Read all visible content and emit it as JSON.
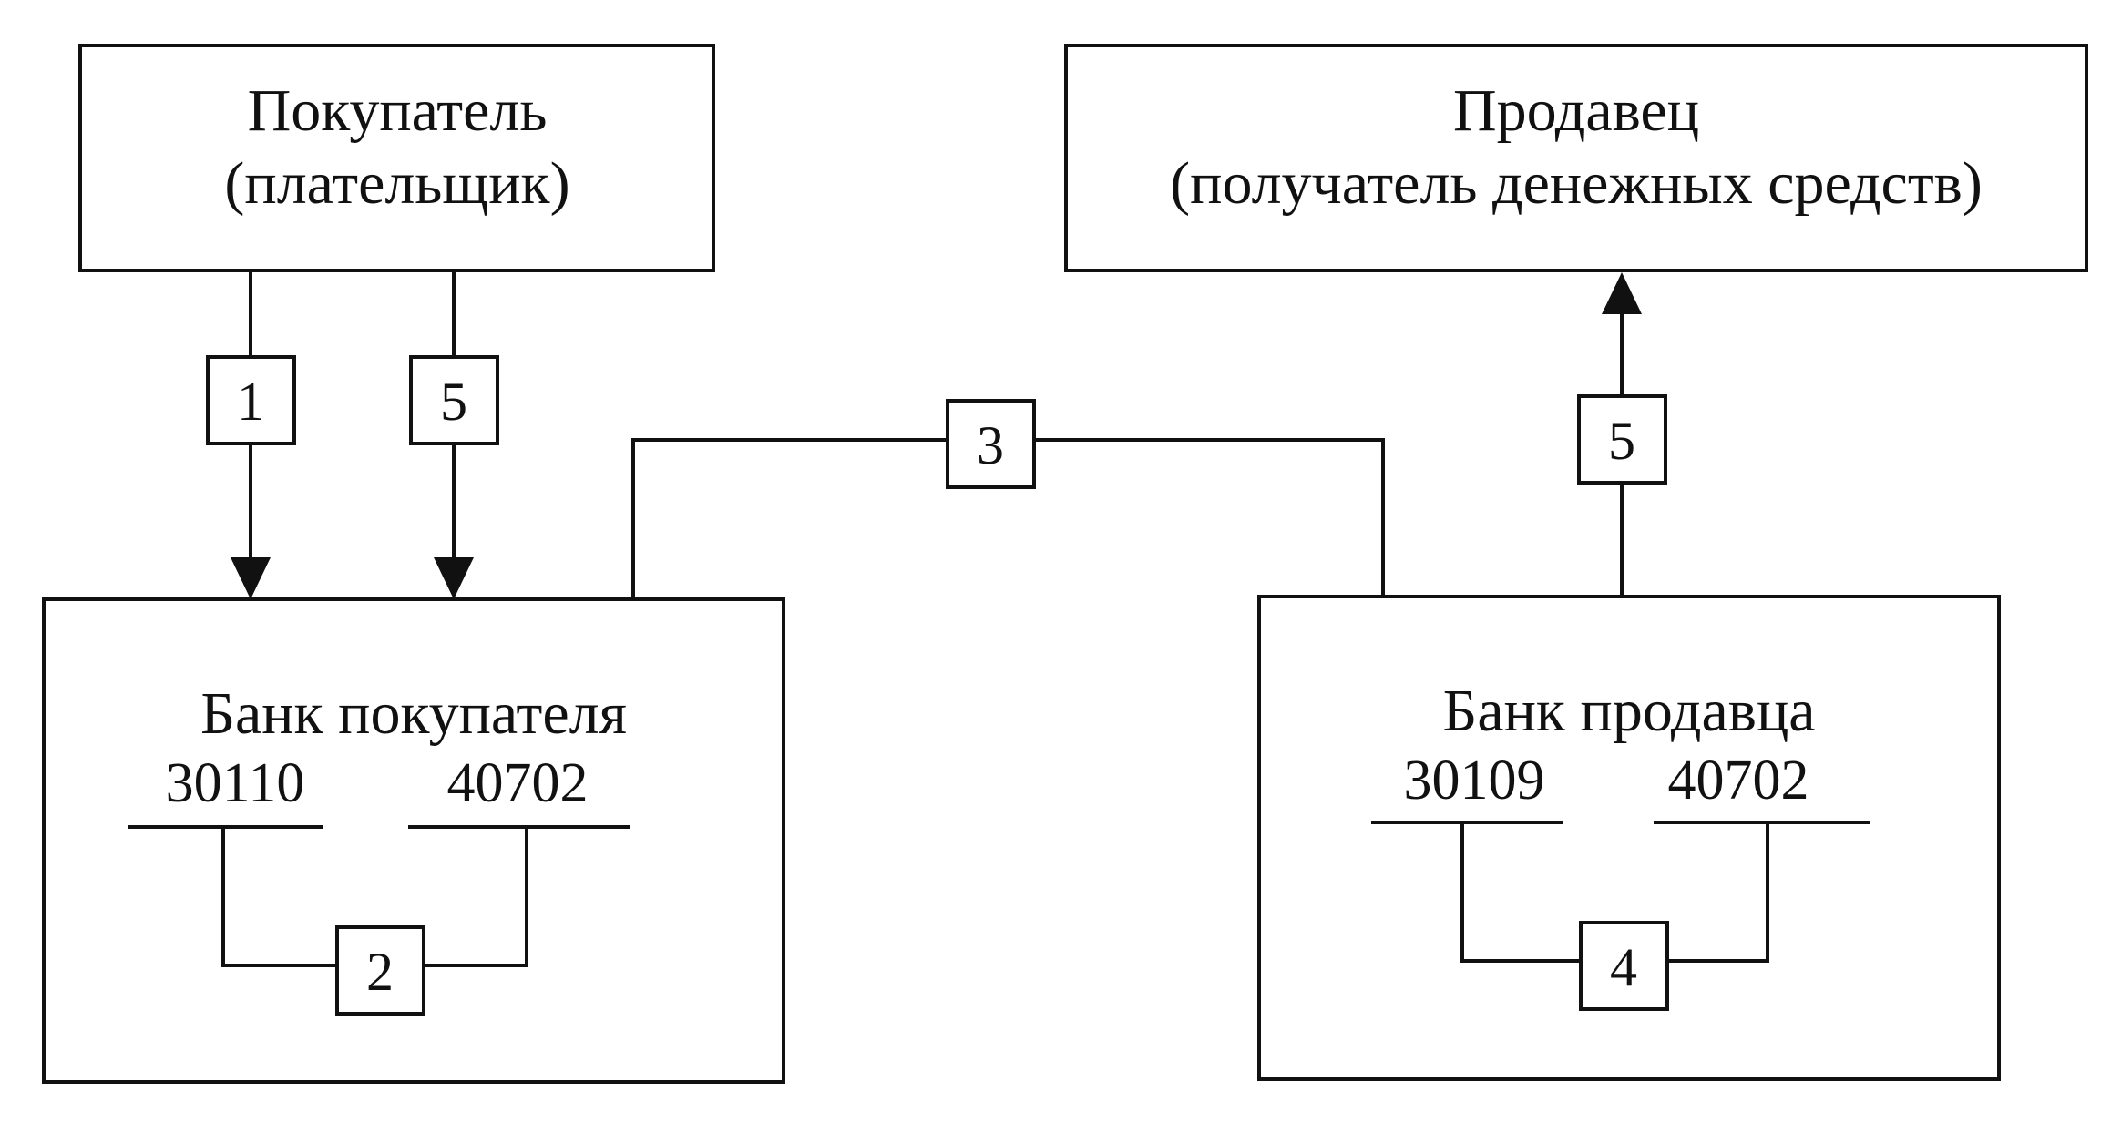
{
  "buyer": {
    "title": "Покупатель",
    "subtitle": "(плательщик)"
  },
  "seller": {
    "title": "Продавец",
    "subtitle": "(получатель денежных средств)"
  },
  "buyer_bank": {
    "title": "Банк покупателя",
    "account_left": "30110",
    "account_right": "40702"
  },
  "seller_bank": {
    "title": "Банк продавца",
    "account_left": "30109",
    "account_right": "40702"
  },
  "steps": {
    "s1": "1",
    "s2": "2",
    "s3": "3",
    "s4": "4",
    "s5_buyer": "5",
    "s5_seller": "5"
  }
}
